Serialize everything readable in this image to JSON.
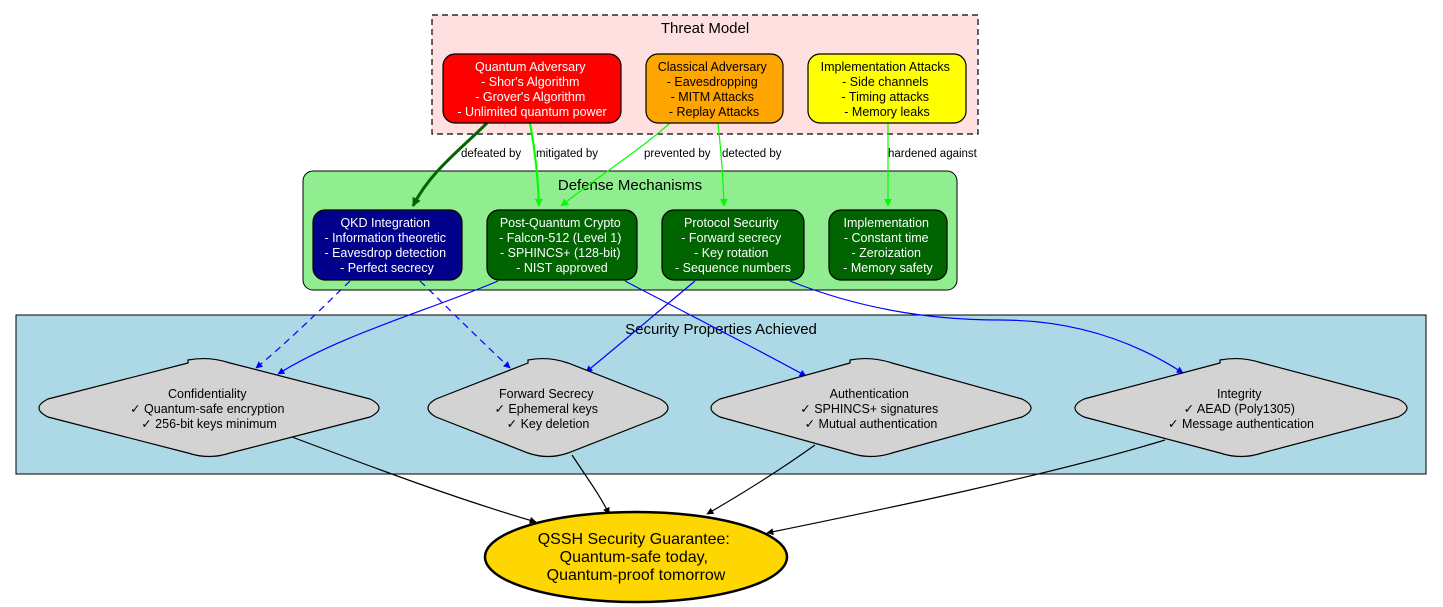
{
  "clusters": {
    "threat": {
      "title": "Threat Model"
    },
    "defense": {
      "title": "Defense Mechanisms"
    },
    "properties": {
      "title": "Security Properties Achieved"
    }
  },
  "threats": {
    "quantum": {
      "lines": [
        "Quantum Adversary",
        "- Shor's Algorithm",
        "- Grover's Algorithm",
        "- Unlimited quantum power"
      ]
    },
    "classical": {
      "lines": [
        "Classical Adversary",
        "- Eavesdropping",
        "- MITM Attacks",
        "- Replay Attacks"
      ]
    },
    "implementation": {
      "lines": [
        "Implementation Attacks",
        "- Side channels",
        "- Timing attacks",
        "- Memory leaks"
      ]
    }
  },
  "defenses": {
    "qkd": {
      "lines": [
        "QKD Integration",
        "- Information theoretic",
        "- Eavesdrop detection",
        "- Perfect secrecy"
      ]
    },
    "pqc": {
      "lines": [
        "Post-Quantum Crypto",
        "- Falcon-512 (Level 1)",
        "- SPHINCS+ (128-bit)",
        "- NIST approved"
      ]
    },
    "protocol": {
      "lines": [
        "Protocol Security",
        "- Forward secrecy",
        "- Key rotation",
        "- Sequence numbers"
      ]
    },
    "impl": {
      "lines": [
        "Implementation",
        "- Constant time",
        "- Zeroization",
        "- Memory safety"
      ]
    }
  },
  "properties": {
    "confidentiality": {
      "lines": [
        "Confidentiality",
        "✓ Quantum-safe encryption",
        "✓ 256-bit keys minimum"
      ]
    },
    "forward": {
      "lines": [
        "Forward Secrecy",
        "✓ Ephemeral keys",
        "✓ Key deletion"
      ]
    },
    "authentication": {
      "lines": [
        "Authentication",
        "✓ SPHINCS+ signatures",
        "✓ Mutual authentication"
      ]
    },
    "integrity": {
      "lines": [
        "Integrity",
        "✓ AEAD (Poly1305)",
        "✓ Message authentication"
      ]
    }
  },
  "guarantee": {
    "lines": [
      "QSSH Security Guarantee:",
      "Quantum-safe today,",
      "Quantum-proof tomorrow"
    ]
  },
  "edge_labels": {
    "defeated_by": "defeated by",
    "mitigated_by": "mitigated by",
    "prevented_by": "prevented by",
    "detected_by": "detected by",
    "hardened_against": "hardened against"
  },
  "colors": {
    "threat_cluster_bg": "#ffe0e0",
    "defense_cluster_bg": "#90ee90",
    "properties_cluster_bg": "#add8e6",
    "quantum": "#ff0000",
    "classical": "#ffa500",
    "implementation_attack": "#ffff00",
    "qkd": "#00008b",
    "defense": "#006400",
    "property": "#d3d3d3",
    "guarantee": "#ffd700",
    "edge_dark_green": "#006400",
    "edge_green": "#00ff00",
    "edge_blue": "#0000ff",
    "edge_black": "#000000"
  }
}
